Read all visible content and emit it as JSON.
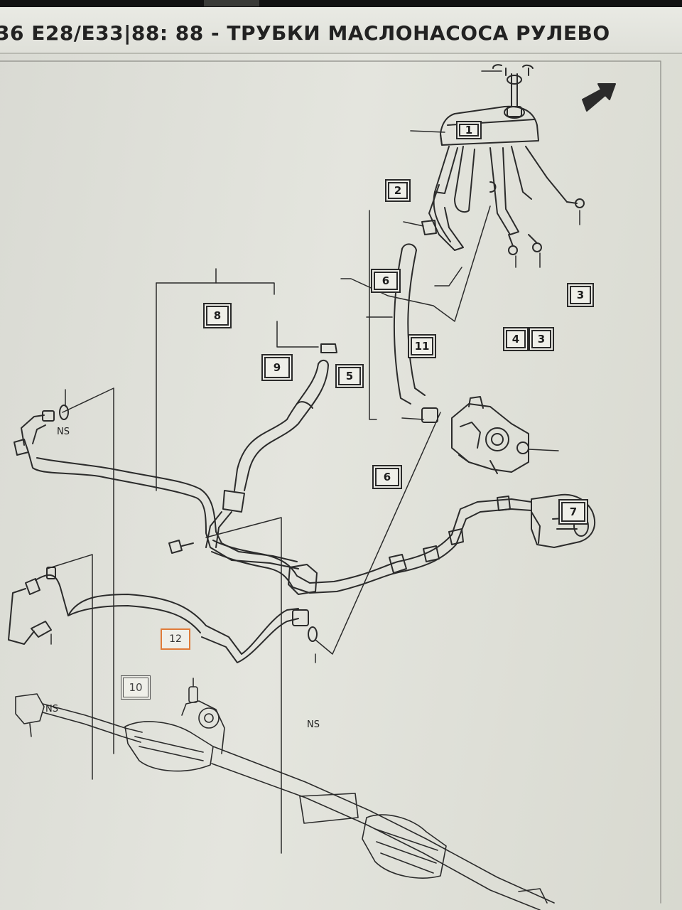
{
  "header": {
    "title": "36 E28/E33|88: 88 - ТРУБКИ МАСЛОНАСОСА РУЛЕВО"
  },
  "diagram": {
    "callouts": [
      {
        "id": "1",
        "label": "1"
      },
      {
        "id": "2",
        "label": "2"
      },
      {
        "id": "3a",
        "label": "3"
      },
      {
        "id": "3b",
        "label": "3"
      },
      {
        "id": "4",
        "label": "4"
      },
      {
        "id": "5",
        "label": "5"
      },
      {
        "id": "6a",
        "label": "6"
      },
      {
        "id": "6b",
        "label": "6"
      },
      {
        "id": "7",
        "label": "7"
      },
      {
        "id": "8",
        "label": "8"
      },
      {
        "id": "9",
        "label": "9"
      },
      {
        "id": "10",
        "label": "10"
      },
      {
        "id": "11",
        "label": "11"
      },
      {
        "id": "12",
        "label": "12"
      }
    ],
    "ns_labels": [
      "NS",
      "NS",
      "NS"
    ],
    "highlight_color": "#e07b39"
  }
}
